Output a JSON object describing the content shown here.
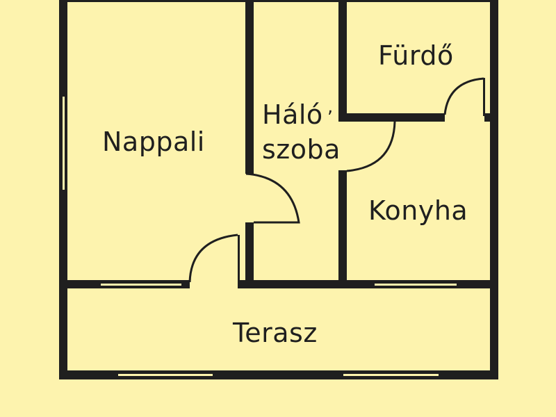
{
  "floor_plan": {
    "background_color": "#fdf3ae",
    "wall_color": "#1f1f1f",
    "rooms": [
      {
        "id": "nappali",
        "label": "Nappali"
      },
      {
        "id": "haloszoba",
        "label_line1": "Háló",
        "label_line2": "szoba"
      },
      {
        "id": "furdo",
        "label": "Fürdő"
      },
      {
        "id": "konyha",
        "label": "Konyha"
      },
      {
        "id": "terasz",
        "label": "Terasz"
      }
    ]
  }
}
